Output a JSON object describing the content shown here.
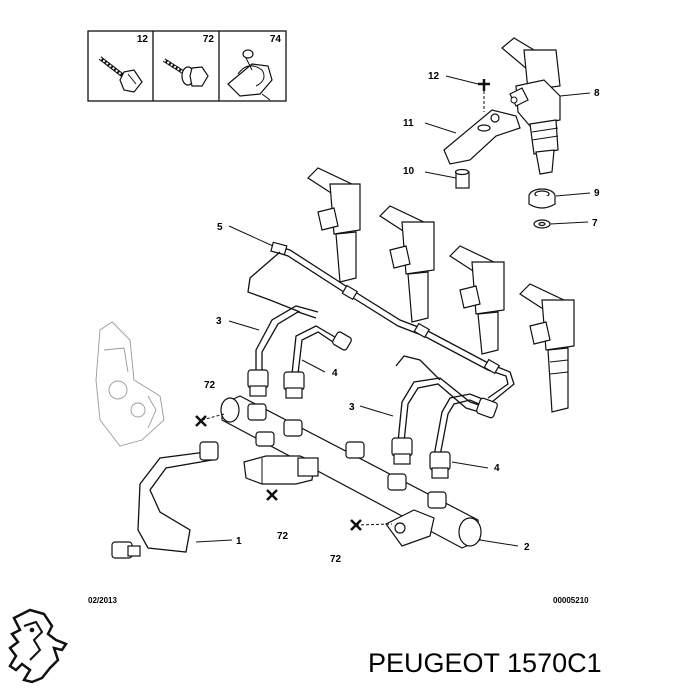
{
  "legend_box": {
    "cells": [
      {
        "code": "12",
        "icon": "screw-icon"
      },
      {
        "code": "72",
        "icon": "bolt-washer-icon"
      },
      {
        "code": "74",
        "icon": "clip-icon"
      }
    ]
  },
  "callouts": {
    "c12": "12",
    "c8": "8",
    "c11": "11",
    "c10": "10",
    "c9": "9",
    "c7": "7",
    "c5": "5",
    "c3a": "3",
    "c4a": "4",
    "c72a": "72",
    "c3b": "3",
    "c4b": "4",
    "c72b": "72",
    "c72c": "72",
    "c1": "1",
    "c2": "2"
  },
  "footer": {
    "date": "02/2013",
    "ref": "00005210"
  },
  "brand": {
    "text": "PEUGEOT 1570C1",
    "logo": "peugeot-lion-logo"
  }
}
